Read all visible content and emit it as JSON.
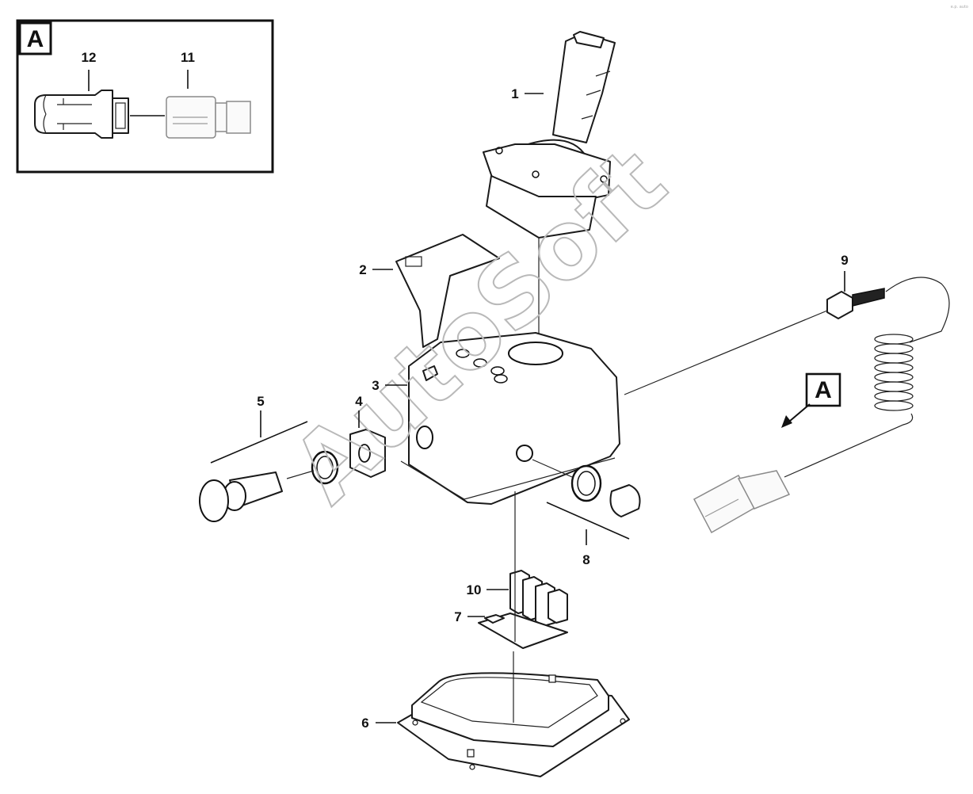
{
  "callouts": {
    "c1": "1",
    "c2": "2",
    "c3": "3",
    "c4": "4",
    "c5": "5",
    "c6": "6",
    "c7": "7",
    "c8": "8",
    "c9": "9",
    "c10": "10",
    "c11": "11",
    "c12": "12"
  },
  "inset": {
    "label": "A"
  },
  "detail_marker": {
    "label": "A"
  },
  "watermark": "AutoSoft",
  "corner_mark": "e.p. auto"
}
